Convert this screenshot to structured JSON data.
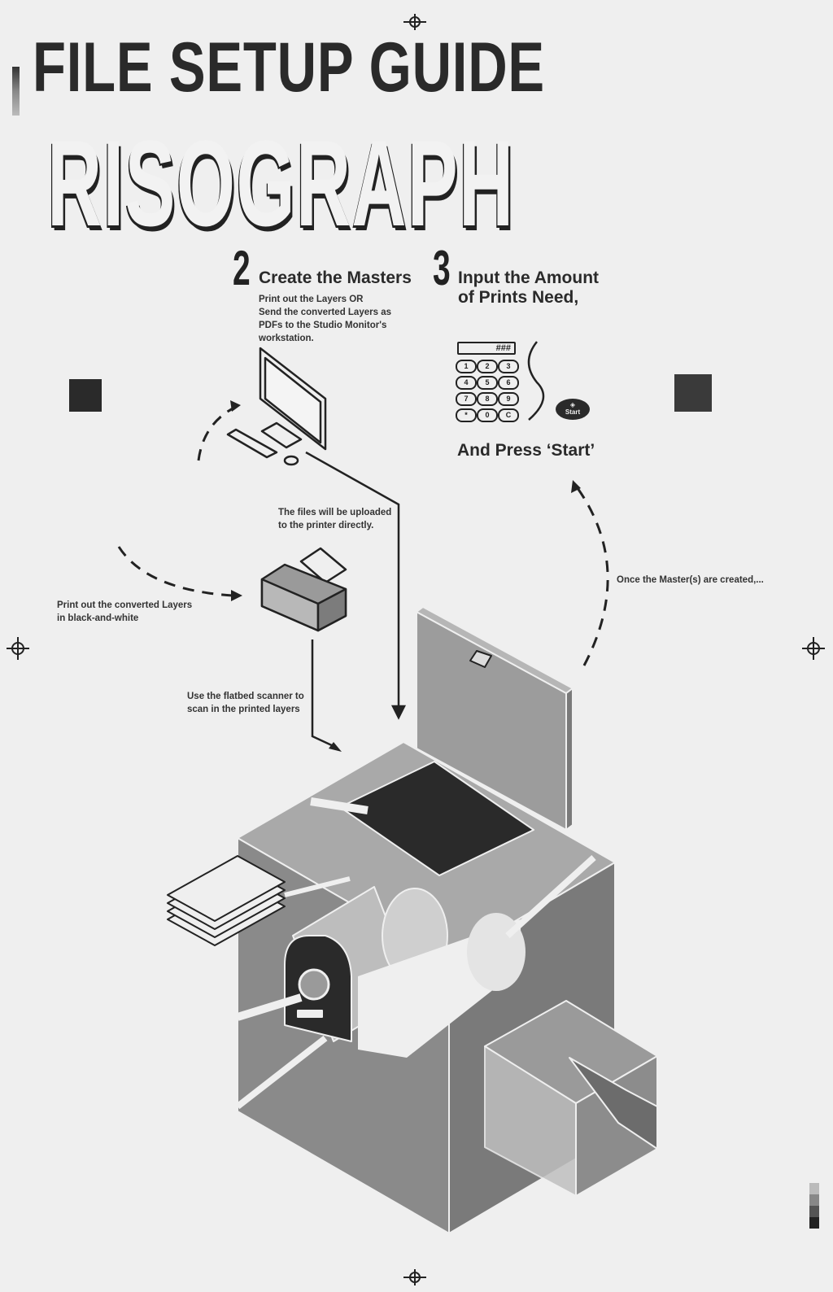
{
  "title": "FILE SETUP GUIDE",
  "subtitle_logo": "RISOGRAPH",
  "step2": {
    "number": "2",
    "title": "Create the Masters",
    "body_line1": "Print out the Layers ",
    "body_or": "OR",
    "body_line2": "Send the converted Layers as",
    "body_line3": "PDFs to the Studio Monitor's",
    "body_line4": "workstation."
  },
  "step3": {
    "number": "3",
    "title_line1": "Input the Amount",
    "title_line2": "of Prints Need,",
    "keypad_display": "###",
    "keys": [
      "1",
      "2",
      "3",
      "4",
      "5",
      "6",
      "7",
      "8",
      "9",
      "*",
      "0",
      "C"
    ],
    "start_label": "Start",
    "press": "And Press ‘Start’"
  },
  "notes": {
    "upload_line1": "The files will be uploaded",
    "upload_line2": "to the printer directly.",
    "print_bw_line1": "Print out the converted Layers",
    "print_bw_line2": "in black-and-white",
    "scanner_line1": "Use the flatbed scanner to",
    "scanner_line2": "scan in the printed layers",
    "masters_created": "Once the Master(s) are created,..."
  },
  "colors": {
    "ink": "#2a2a2a",
    "paper": "#efefef",
    "mid_gray": "#9a9a9a",
    "light_gray": "#c4c4c4"
  }
}
